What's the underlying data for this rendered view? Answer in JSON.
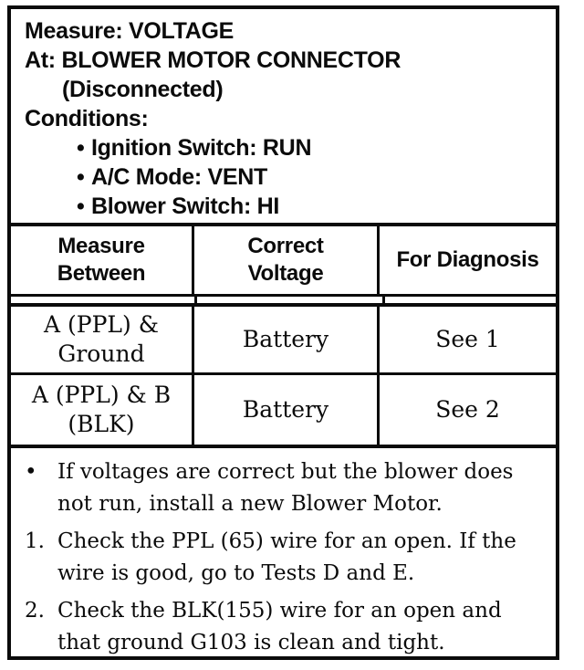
{
  "colors": {
    "ink": "#0b0b0b",
    "background": "#ffffff"
  },
  "conditions_block": {
    "measure_line": "Measure: VOLTAGE",
    "at_line": "At: BLOWER MOTOR CONNECTOR",
    "at_line_continued": "(Disconnected)",
    "conditions_label": "Conditions:",
    "bullet_char": "•",
    "items": [
      "Ignition Switch: RUN",
      "A/C Mode: VENT",
      "Blower Switch: HI"
    ]
  },
  "table": {
    "headers": [
      "Measure\nBetween",
      "Correct\nVoltage",
      "For Diagnosis"
    ],
    "rows": [
      {
        "measure_between": "A (PPL) &\nGround",
        "correct_voltage": "Battery",
        "for_diagnosis": "See 1"
      },
      {
        "measure_between": "A (PPL) & B\n(BLK)",
        "correct_voltage": "Battery",
        "for_diagnosis": "See 2"
      }
    ]
  },
  "notes": {
    "items": [
      {
        "marker": "•",
        "text": "If voltages are correct but the blower does\nnot run, install a new Blower Motor."
      },
      {
        "marker": "1.",
        "text": "Check the PPL (65) wire for an open. If the\nwire is good, go to Tests D and E."
      },
      {
        "marker": "2.",
        "text": "Check the BLK(155) wire for an open and\nthat ground G103 is clean and tight."
      }
    ]
  }
}
